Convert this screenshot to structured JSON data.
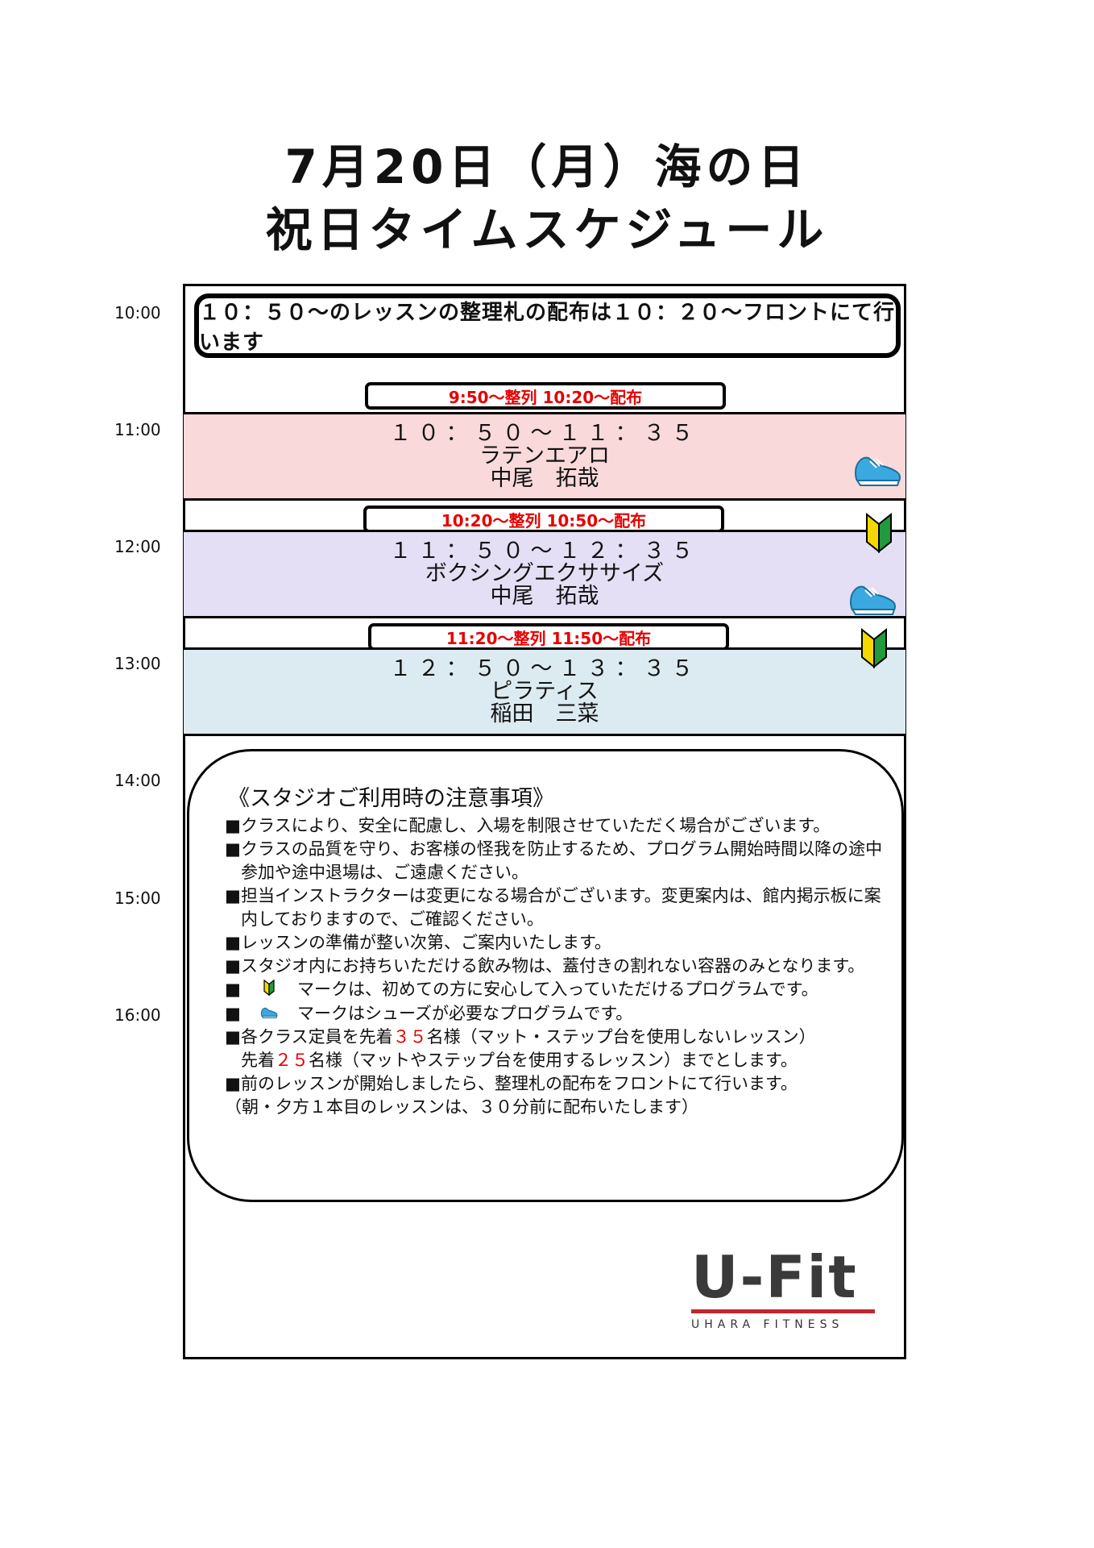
{
  "title": {
    "line1": "7月20日（月）海の日",
    "line2": "祝日タイムスケジュール"
  },
  "time_axis": [
    "10:00",
    "11:00",
    "12:00",
    "13:00",
    "14:00",
    "15:00",
    "16:00"
  ],
  "notice": "１０：５０～のレッスンの整理札の配布は１０：２０～フロントにて行います",
  "lessons": [
    {
      "queue": "9:50～整列 10:20～配布",
      "time": "１０：５０～１１：３５",
      "name": "ラテンエアロ",
      "instructor": "中尾　拓哉",
      "band_color": "#f9d9d9",
      "icons": [
        "shoe-icon"
      ]
    },
    {
      "queue": "10:20～整列 10:50～配布",
      "time": "１１：５０～１２：３５",
      "name": "ボクシングエクササイズ",
      "instructor": "中尾　拓哉",
      "band_color": "#e4dff4",
      "icons": [
        "beginner-mark-icon",
        "shoe-icon"
      ]
    },
    {
      "queue": "11:20～整列 11:50～配布",
      "time": "１２：５０～１３：３５",
      "name": "ピラティス",
      "instructor": "稲田　三菜",
      "band_color": "#dcebf1",
      "icons": [
        "beginner-mark-icon"
      ]
    }
  ],
  "notes": {
    "title": "《スタジオご利用時の注意事項》",
    "items": [
      "クラスにより、安全に配慮し、入場を制限させていただく場合がございます。",
      "クラスの品質を守り、お客様の怪我を防止するため、プログラム開始時間以降の途中参加や途中退場は、ご遠慮ください。",
      "担当インストラクターは変更になる場合がございます。変更案内は、館内掲示板に案内しておりますので、ご確認ください。",
      "レッスンの準備が整い次第、ご案内いたします。",
      "スタジオ内にお持ちいただける飲み物は、蓋付きの割れない容器のみとなります。"
    ],
    "legend_beginner": "マークは、初めての方に安心して入っていただけるプログラムです。",
    "legend_shoe": "マークはシューズが必要なプログラムです。",
    "capacity_pre1": "各クラス定員を先着",
    "capacity_num1": "３５",
    "capacity_post1": "名様（マット・ステップ台を使用しないレッスン）",
    "capacity_pre2": "先着",
    "capacity_num2": "２５",
    "capacity_post2": "名様（マットやステップ台を使用するレッスン）までとします。",
    "ticket": "前のレッスンが開始しましたら、整理札の配布をフロントにて行います。",
    "ticket_sub": "（朝・夕方１本目のレッスンは、３０分前に配布いたします）"
  },
  "logo": {
    "main": "U-Fit",
    "sub": "UHARA FITNESS"
  },
  "colors": {
    "accent_red": "#e60000",
    "logo_red": "#c1272d"
  }
}
